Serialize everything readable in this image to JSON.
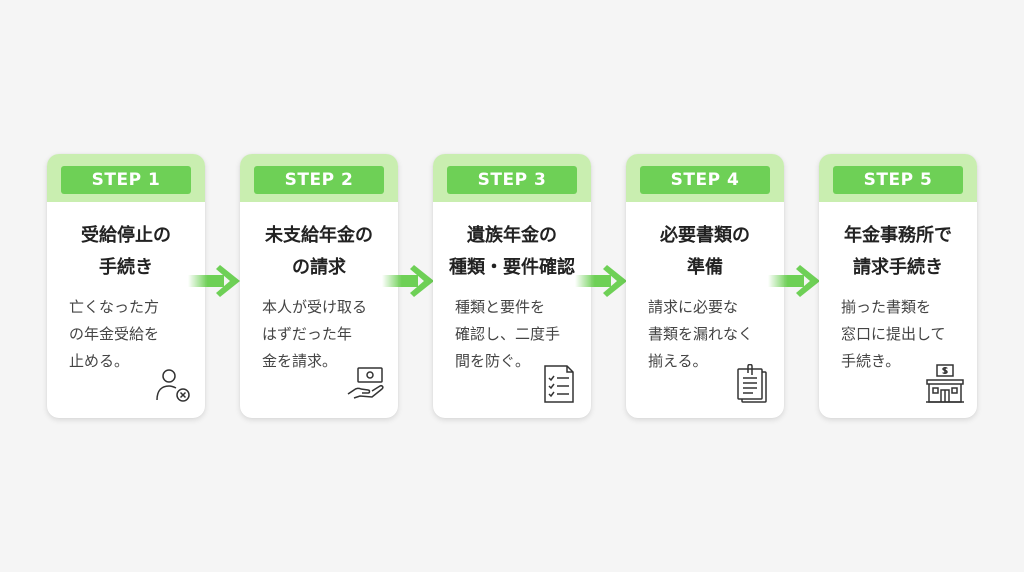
{
  "steps": [
    {
      "label": "STEP 1",
      "title_lines": [
        "受給停止の",
        "手続き"
      ],
      "desc_lines": [
        "亡くなった方",
        "の年金受給を",
        "止める。"
      ],
      "icon": "person-remove-icon"
    },
    {
      "label": "STEP 2",
      "title_lines": [
        "未支給年金の",
        "の請求"
      ],
      "desc_lines": [
        "本人が受け取る",
        "はずだった年",
        "金を請求。"
      ],
      "icon": "money-hand-icon"
    },
    {
      "label": "STEP 3",
      "title_lines": [
        "遺族年金の",
        "種類・要件確認"
      ],
      "desc_lines": [
        "種類と要件を",
        "確認し、二度手",
        "間を防ぐ。"
      ],
      "icon": "checklist-icon"
    },
    {
      "label": "STEP 4",
      "title_lines": [
        "必要書類の",
        "準備"
      ],
      "desc_lines": [
        "請求に必要な",
        "書類を漏れなく",
        "揃える。"
      ],
      "icon": "documents-clip-icon"
    },
    {
      "label": "STEP 5",
      "title_lines": [
        "年金事務所で",
        "請求手続き"
      ],
      "desc_lines": [
        "揃った書類を",
        "窓口に提出して",
        "手続き。"
      ],
      "icon": "office-building-icon"
    }
  ],
  "colors": {
    "accent": "#6ed056",
    "header_bg": "#c9eeb0",
    "arrow": "#6ed056",
    "background": "#f5f5f5"
  }
}
